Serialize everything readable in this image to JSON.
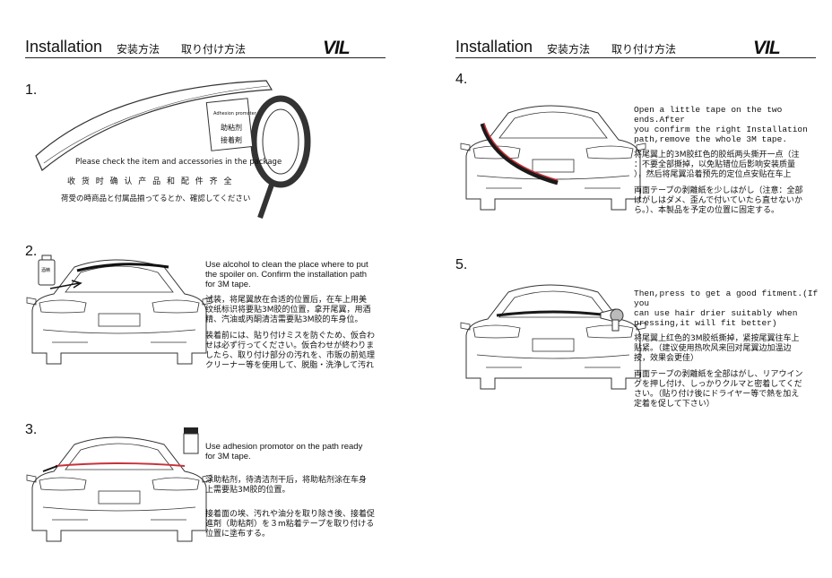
{
  "left_header": {
    "title": "Installation",
    "zh": "安装方法",
    "ja": "取り付け方法",
    "brand": "VIL"
  },
  "right_header": {
    "title": "Installation",
    "zh": "安装方法",
    "ja": "取り付け方法",
    "brand": "VIL"
  },
  "steps": {
    "s1": {
      "number": "1.",
      "packet_line1": "Adhesion promoter",
      "packet_line2": "助粘剂",
      "packet_line3": "接着剤",
      "caption_en": "Please check  the item and accessories in the package",
      "caption_zh": "收 货 时 确 认 产 品 和 配 件 齐 全",
      "caption_ja": "荷受の時商品と付属品揃ってるとか、確認してください"
    },
    "s2": {
      "number": "2.",
      "bottle_label": "酒精",
      "en": "Use alcohol to clean the place where to put\nthe spoiler on. Confirm the installation path\nfor 3M tape.",
      "zh": "试装，将尾翼放在合适的位置后，在车上用美\n纹纸标识将要贴3M胶的位置，拿开尾翼，用酒\n精、汽油或丙酮清洁需要贴3M胶的车身位。",
      "ja": "装着前には、貼り付けミスを防ぐため、仮合わ\nせは必ず行ってください。仮合わせが終わりま\nしたら、取り付け部分の汚れを、市販の前処理\nクリーナー等を使用して、脱脂・洗浄して汚れ"
    },
    "s3": {
      "number": "3.",
      "en": "Use adhesion promotor on the path ready\nfor 3M tape.",
      "zh": "涂助粘剂，待清洁剂干后，将助粘剂涂在车身\n上需要贴3M胶的位置。",
      "ja": "接着面の埃、汚れや油分を取り除き後、接着促\n進剤（助粘剤）を３m粘着テープを取り付ける\n位置に塗布する。"
    },
    "s4": {
      "number": "4.",
      "en": "Open a little tape on the two ends.After\nyou confirm the right Installation\npath,remove the whole 3M tape.",
      "zh": "将尾翼上的3M胶红色的胶纸两头撕开一点（注\n：不要全部撕掉，以免贴错位后影响安装质量\n），然后将尾翼沿着预先的定位点安贴在车上",
      "ja": "両面テープの剥離紙を少しはがし（注意：全部\nはがしはダメ、歪んで付いていたら直せないか\nら。）、本製品を予定の位置に固定する。"
    },
    "s5": {
      "number": "5.",
      "en": "Then,press to get a good fitment.(If you\ncan use hair drier suitably when\npressing,it will fit better)",
      "zh": "将尾翼上红色的3M胶纸撕掉，紧按尾翼往车上\n贴紧。（建议使用热吹风来回对尾翼边加温边\n按，效果会更佳）",
      "ja": "両面テープの剥離紙を全部はがし、リアウイン\nグを押し付け、しっかりクルマと密着してくだ\nさい。（貼り付け後にドライヤー等で熱を加え\n定着を促して下さい）"
    }
  },
  "colors": {
    "line": "#333333",
    "tape_red": "#c8323a",
    "spoiler": "#1a1a1a"
  }
}
